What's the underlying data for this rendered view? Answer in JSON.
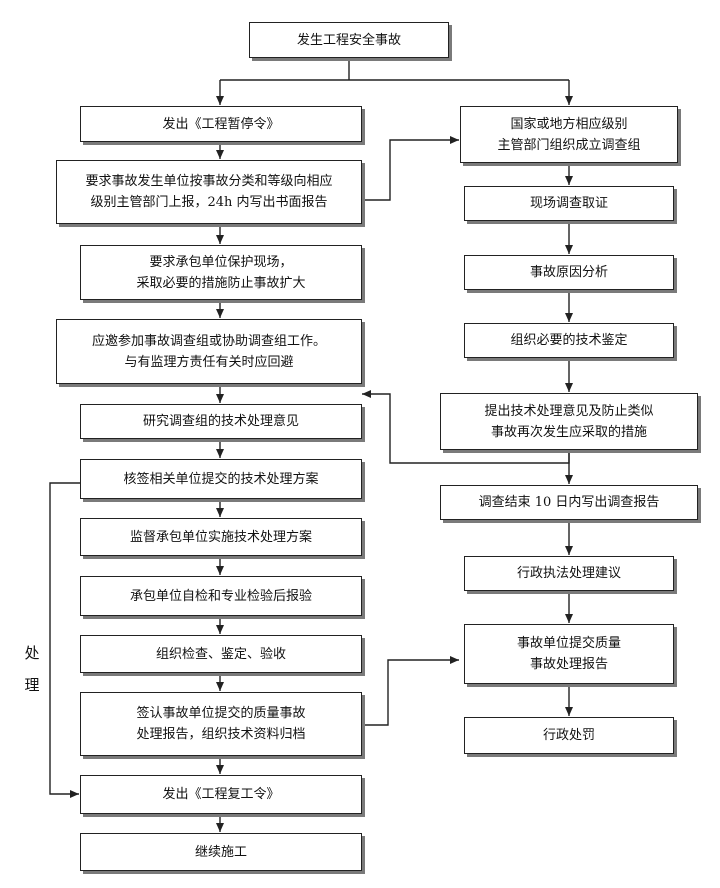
{
  "nodes": {
    "start": "发生工程安全事故",
    "issue_stop": "发出《工程暂停令》",
    "report": "要求事故发生单位按事故分类和等级向相应\n级别主管部门上报，24h 内写出书面报告",
    "protect": "要求承包单位保护现场，\n采取必要的措施防止事故扩大",
    "participate": "应邀参加事故调查组或协助调查组工作。\n与有监理方责任有关时应回避",
    "study": "研究调查组的技术处理意见",
    "countersign": "核签相关单位提交的技术处理方案",
    "supervise": "监督承包单位实施技术处理方案",
    "self_check": "承包单位自检和专业检验后报验",
    "inspect": "组织检查、鉴定、验收",
    "sign_report": "签认事故单位提交的质量事故\n处理报告，组织技术资料归档",
    "issue_resume": "发出《工程复工令》",
    "continue": "继续施工",
    "gov_team": "国家或地方相应级别\n主管部门组织成立调查组",
    "evidence": "现场调查取证",
    "cause": "事故原因分析",
    "appraisal": "组织必要的技术鉴定",
    "proposal": "提出技术处理意见及防止类似\n事故再次发生应采取的措施",
    "final_report": "调查结束 10 日内写出调查报告",
    "admin_advice": "行政执法处理建议",
    "quality_report": "事故单位提交质量\n事故处理报告",
    "penalty": "行政处罚"
  },
  "side_label": [
    "处",
    "理"
  ],
  "colors": {
    "line": "#222222",
    "shadow": "#7a7a7a"
  }
}
